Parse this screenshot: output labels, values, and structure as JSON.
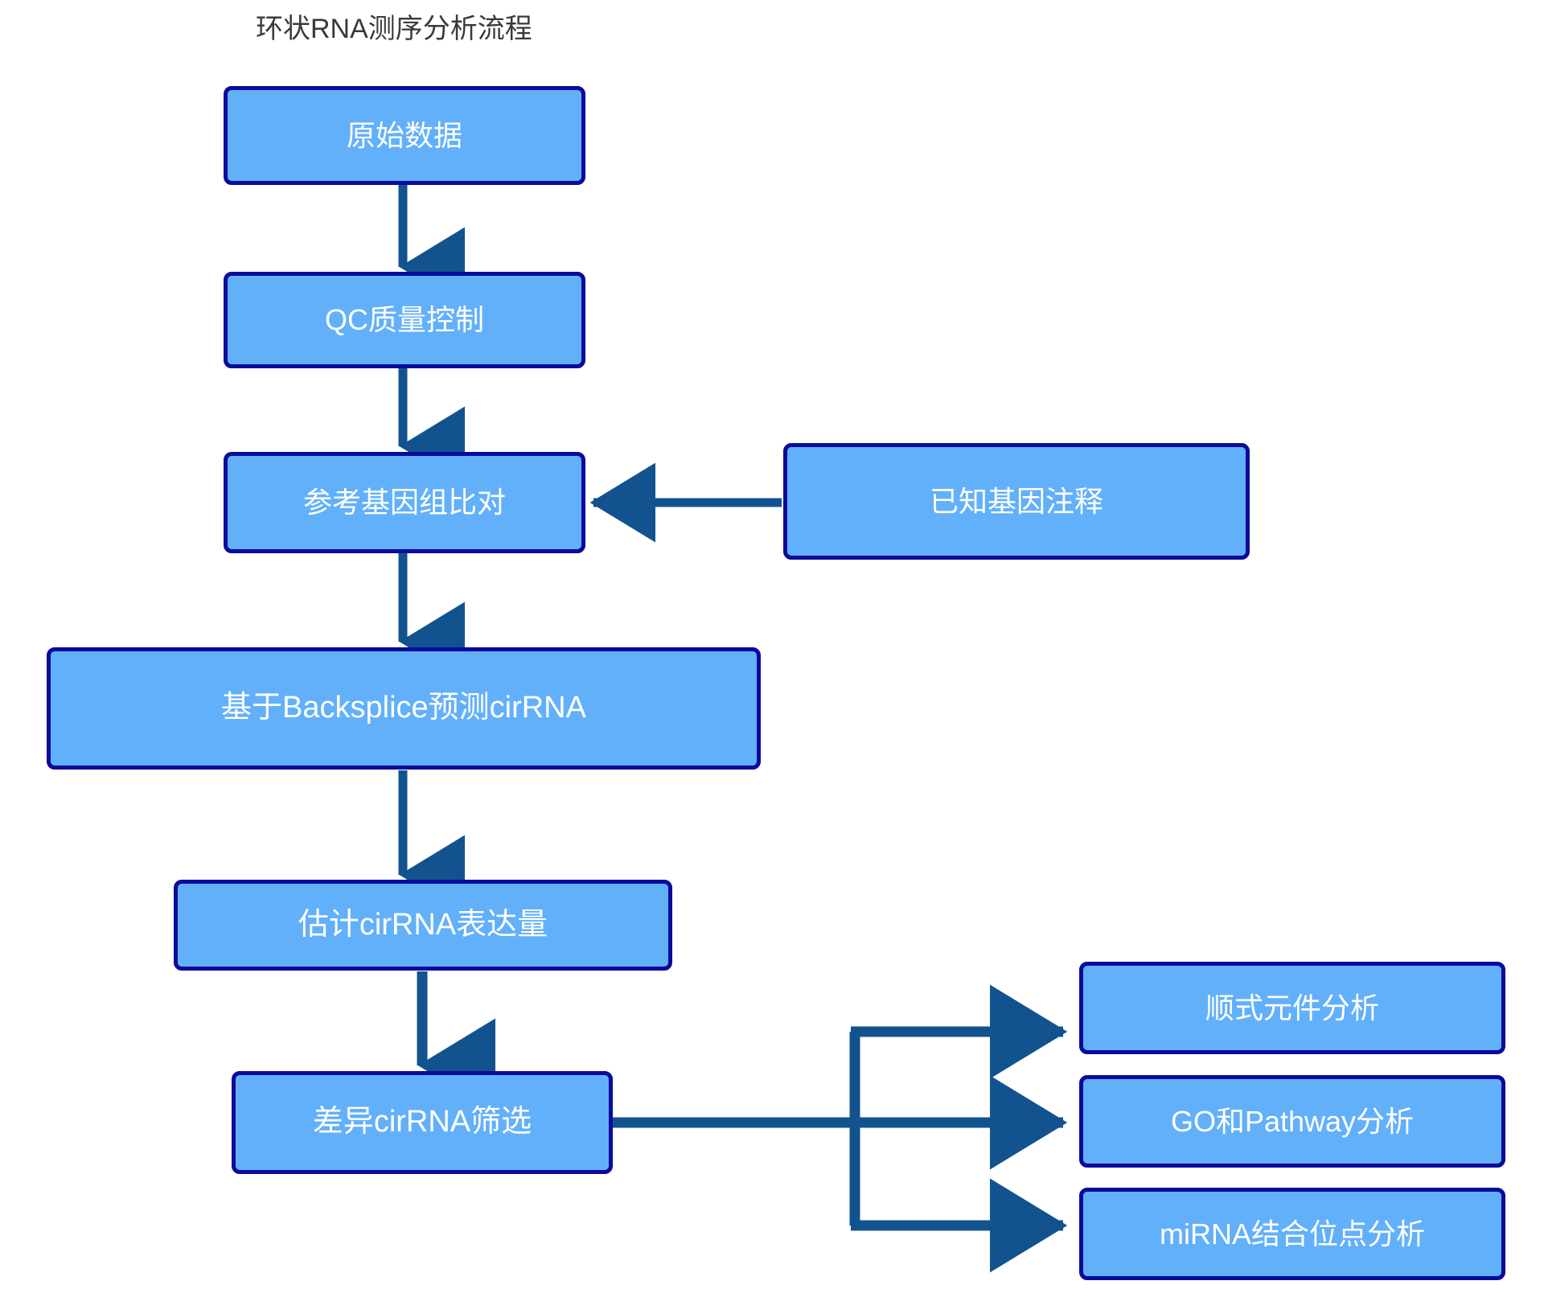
{
  "diagram": {
    "title": "环状RNA测序分析流程",
    "type": "flowchart",
    "title_color": "#3a3a3a",
    "background_color": "#ffffff",
    "node_fill_color": "#63b0fa",
    "node_border_color": "#0a0a9b",
    "node_text_color": "#ffffff",
    "connector_color": "#12538f",
    "nodes": [
      {
        "id": "raw-data",
        "label": "原始数据"
      },
      {
        "id": "qc",
        "label": "QC质量控制"
      },
      {
        "id": "genome-align",
        "label": "参考基因组比对"
      },
      {
        "id": "known-gene-anno",
        "label": "已知基因注释"
      },
      {
        "id": "backsplice",
        "label": "基于Backsplice预测cirRNA"
      },
      {
        "id": "expression",
        "label": "估计cirRNA表达量"
      },
      {
        "id": "diff-screen",
        "label": "差异cirRNA筛选"
      },
      {
        "id": "cis-element",
        "label": "顺式元件分析"
      },
      {
        "id": "go-pathway",
        "label": "GO和Pathway分析"
      },
      {
        "id": "mirna-site",
        "label": "miRNA结合位点分析"
      }
    ],
    "edges": [
      {
        "from": "raw-data",
        "to": "qc",
        "direction": "down"
      },
      {
        "from": "qc",
        "to": "genome-align",
        "direction": "down"
      },
      {
        "from": "known-gene-anno",
        "to": "genome-align",
        "direction": "left"
      },
      {
        "from": "genome-align",
        "to": "backsplice",
        "direction": "down"
      },
      {
        "from": "backsplice",
        "to": "expression",
        "direction": "down"
      },
      {
        "from": "expression",
        "to": "diff-screen",
        "direction": "down"
      },
      {
        "from": "diff-screen",
        "to": "cis-element",
        "direction": "right"
      },
      {
        "from": "diff-screen",
        "to": "go-pathway",
        "direction": "right"
      },
      {
        "from": "diff-screen",
        "to": "mirna-site",
        "direction": "right"
      }
    ]
  }
}
